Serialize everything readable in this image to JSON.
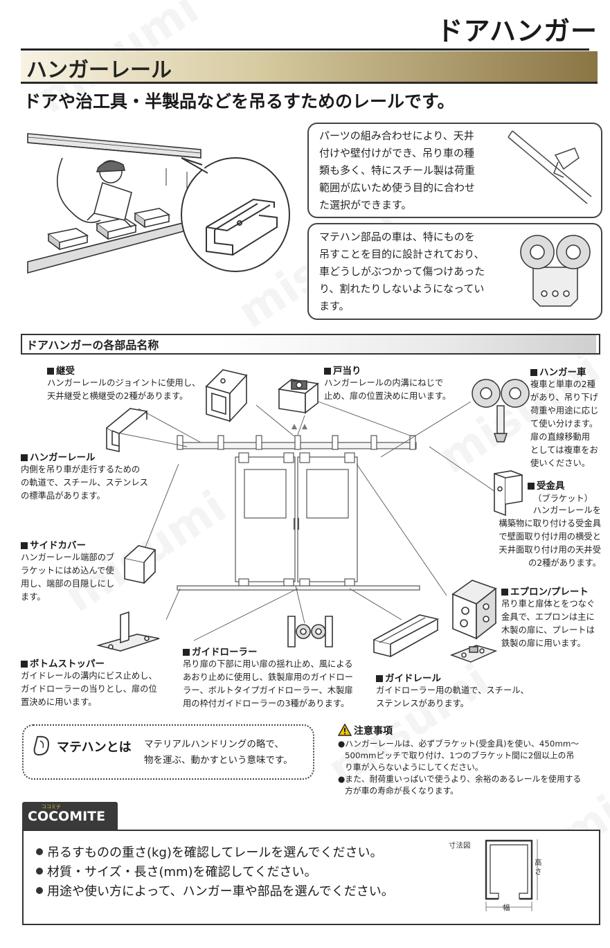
{
  "page": {
    "title": "ドアハンガー",
    "section_heading": "ハンガーレール",
    "lead": "ドアや治工具・半製品などを吊るすためのレールです。"
  },
  "info_boxes": [
    {
      "lines": [
        "パーツの組み合わせにより、天井",
        "付けや壁付けができ、吊り車の種",
        "類も多く、特にスチール製は荷重",
        "範囲が広いため使う目的に合わせ",
        "た選択ができます。"
      ]
    },
    {
      "lines": [
        "マテハン部品の車は、特にものを",
        "吊すことを目的に設計されており、",
        "車どうしがぶつかって傷つけあった",
        "り、割れたりしないようになってい",
        "ます。"
      ]
    }
  ],
  "parts_section": {
    "heading": "ドアハンガーの各部品名称",
    "parts": [
      {
        "title": "継受",
        "lines": [
          "ハンガーレールのジョイントに使用し、",
          "天井継受と横継受の2種があります。"
        ]
      },
      {
        "title": "戸当り",
        "lines": [
          "ハンガーレールの内溝にねじで",
          "止め、扉の位置決めに用います。"
        ]
      },
      {
        "title": "ハンガー車",
        "lines": [
          "複車と単車の2種",
          "があり、吊り下げ",
          "荷重や用途に応じ",
          "て使い分けます。",
          "扉の直線移動用",
          "としては複車をお",
          "使いください。"
        ]
      },
      {
        "title": "ハンガーレール",
        "lines": [
          "内側を吊り車が走行するための",
          "の軌道で、スチール、ステンレス",
          "の標準品があります。"
        ]
      },
      {
        "title": "受金具",
        "subtitle": "（ブラケット）",
        "lines": [
          "ハンガーレールを",
          "構築物に取り付ける受金具",
          "で壁面取り付け用の横受と",
          "天井面取り付け用の天井受",
          "の2種があります。"
        ]
      },
      {
        "title": "サイドカバー",
        "lines": [
          "ハンガーレール端部のブ",
          "ラケットにはめ込んで使",
          "用し、端部の目隠しにし",
          "ます。"
        ]
      },
      {
        "title": "エプロン/プレート",
        "lines": [
          "吊り車と扉体とをつなぐ",
          "金具で、エプロンは主に",
          "木製の扉に、プレートは",
          "鉄製の扉に用います。"
        ]
      },
      {
        "title": "ガイドローラー",
        "lines": [
          "吊り扉の下部に用い扉の揺れ止め、風による",
          "あおり止めに使用し、鉄製扉用のガイドロー",
          "ラー、ボルトタイプガイドローラー、木製扉",
          "用の枠付ガイドローラーの3種があります。"
        ]
      },
      {
        "title": "ボトムストッパー",
        "lines": [
          "ガイドレールの溝内にビス止めし、",
          "ガイドローラーの当りとし、扉の位",
          "置決めに用います。"
        ]
      },
      {
        "title": "ガイドレール",
        "lines": [
          "ガイドローラー用の軌道で、スチール、",
          "ステンレスがあります。"
        ]
      }
    ]
  },
  "matehan": {
    "title": "マテハンとは",
    "lines": [
      "マテリアルハンドリングの略で、",
      "物を運ぶ、動かすという意味です。"
    ]
  },
  "caution": {
    "title": "注意事項",
    "items": [
      [
        "●ハンガーレールは、必ずブラケット(受金具)を使い、450mm～",
        "500mmピッチで取り付け、1つのブラケット間に2個以上の吊",
        "り車が入らないようにしてください。"
      ],
      [
        "●また、耐荷重いっぱいで使うより、余裕のあるレールを使用する",
        "方が車の寿命が長くなります。"
      ]
    ]
  },
  "cocomite": {
    "logo": "COCOMITE",
    "ruby": "ココミテ",
    "items": [
      "吊るすものの重さ(kg)を確認してレールを選んでください。",
      "材質・サイズ・長さ(mm)を確認してください。",
      "用途や使い方によって、ハンガー車や部品を選んでください。"
    ],
    "dimension": {
      "label": "寸法図",
      "height": "高さ",
      "width": "幅"
    }
  },
  "watermark": "misumi",
  "colors": {
    "band_dark": "#8a7544",
    "band_light": "#f7f2e3",
    "ink": "#1a1a1a",
    "logo_accent": "#e8c93b"
  }
}
